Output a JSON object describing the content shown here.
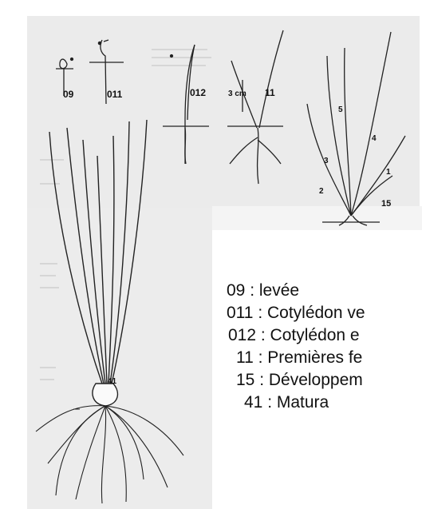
{
  "stages": {
    "s09": "09",
    "s011": "011",
    "s012": "012",
    "s11": "11",
    "s15": "15",
    "s41": "41"
  },
  "measure": "3 cm",
  "leaf_numbers": [
    "1",
    "2",
    "3",
    "4",
    "5"
  ],
  "legend": [
    "09 : levée",
    "011 : Cotylédon ve",
    "012 : Cotylédon e",
    "11 : Premières fe",
    "15 : Développem",
    "41 : Matura"
  ]
}
